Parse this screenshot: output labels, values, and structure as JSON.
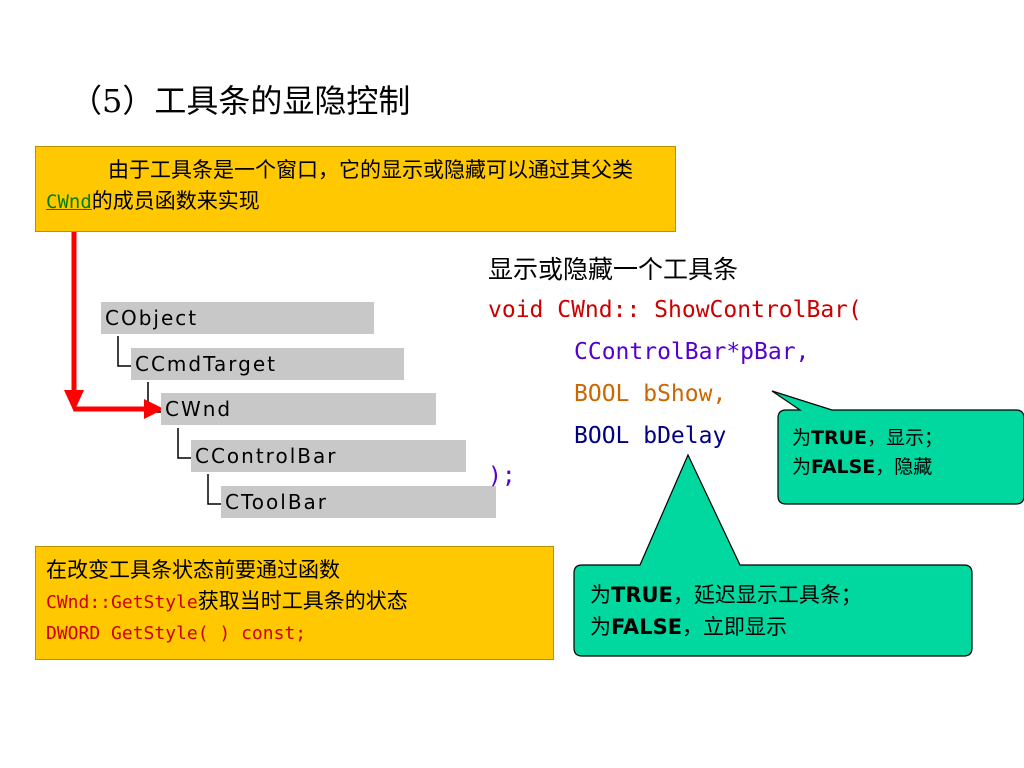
{
  "title": "（5）工具条的显隐控制",
  "box1": {
    "text_before": "由于工具条是一个窗口，它的显示或隐藏可以通过其父类",
    "class_link": "CWnd",
    "text_after": "的成员函数来实现"
  },
  "hierarchy": [
    "CObject",
    "CCmdTarget",
    "CWnd",
    "CControlBar",
    "CToolBar"
  ],
  "code": {
    "heading": "显示或隐藏一个工具条",
    "line1": "void CWnd:: ShowControlBar(",
    "line2": "CControlBar*pBar,",
    "line3": "BOOL bShow,",
    "line4": "BOOL bDelay",
    "line5": ");"
  },
  "callout_show": {
    "p1": "为",
    "k1": "TRUE",
    "s1": "，显示；",
    "p2": "为",
    "k2": "FALSE",
    "s2": "，隐藏"
  },
  "callout_delay": {
    "p1": "为",
    "k1": "TRUE",
    "s1": "，延迟显示工具条；",
    "p2": "为",
    "k2": "FALSE",
    "s2": "，立即显示"
  },
  "box2": {
    "line1": "在改变工具条状态前要通过函数",
    "func": "CWnd::GetStyle",
    "line2_rest": "获取当时工具条的状态",
    "line3": "DWORD GetStyle( ) const;"
  },
  "colors": {
    "yellow_box": "#ffc800",
    "callout_fill": "#00d8a0",
    "arrow": "#ff0000"
  }
}
